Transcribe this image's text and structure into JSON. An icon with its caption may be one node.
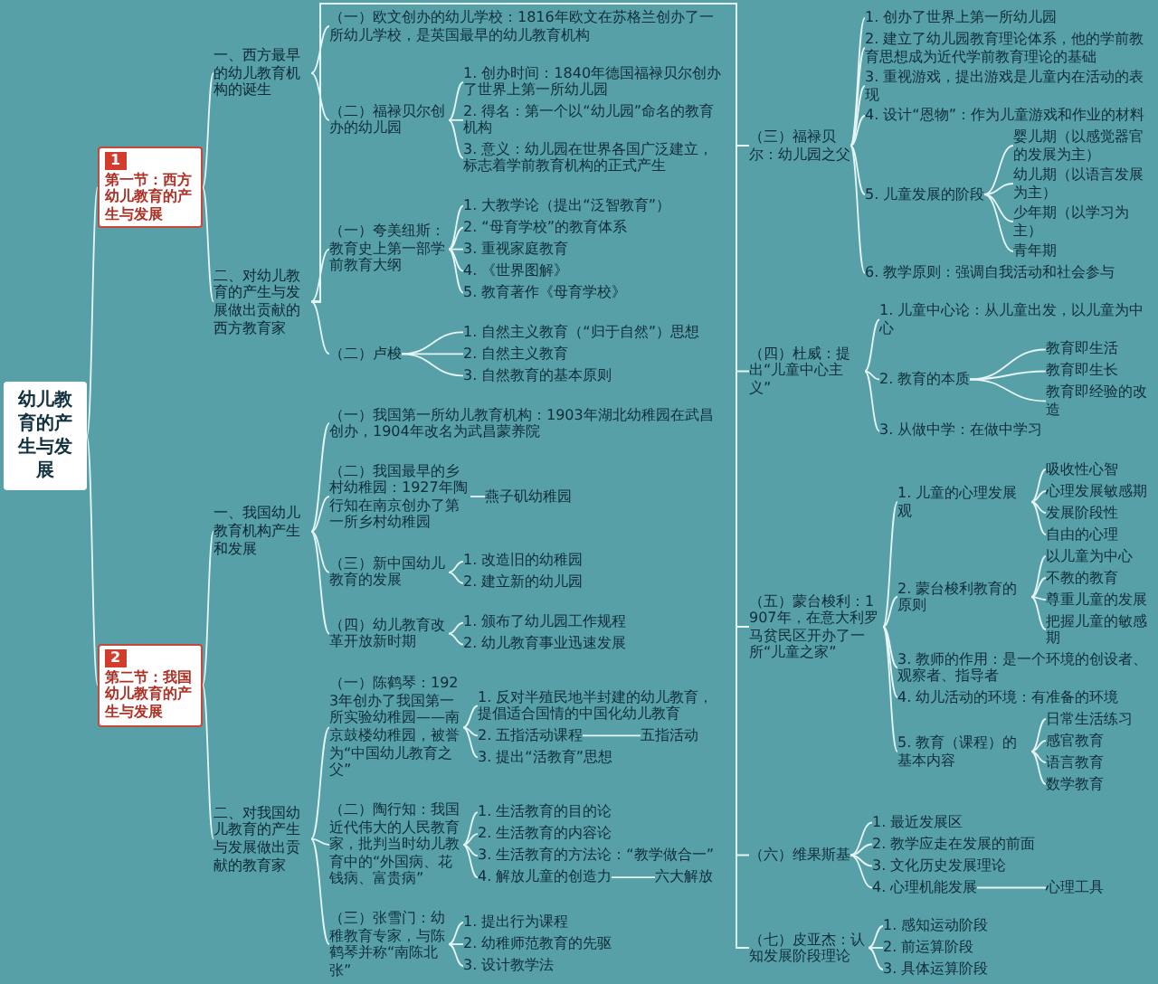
{
  "diagram": {
    "nodes": [
      {
        "text": [
          "幼儿教育的产生与发展"
        ]
      },
      {
        "text": [
          "1",
          "第一节：西方幼儿教育的产生与发展"
        ]
      },
      {
        "text": [
          "一、西方最早的幼儿教育机构的诞生"
        ]
      },
      {
        "text": [
          "（一）欧文创办的幼儿学校：1816年欧文在苏格兰创办了一所幼儿学校，是英国最早的幼儿教育机构"
        ]
      },
      {
        "text": [
          "（二）福禄贝尔创办的幼儿园"
        ]
      },
      {
        "text": [
          "1. 创办时间：1840年德国福禄贝尔创办了世界上第一所幼儿园"
        ]
      },
      {
        "text": [
          "2. 得名：第一个以“幼儿园”命名的教育机构"
        ]
      },
      {
        "text": [
          "3. 意义：幼儿园在世界各国广泛建立，标志着学前教育机构的正式产生"
        ]
      },
      {
        "text": [
          "二、对幼儿教育的产生与发展做出贡献的西方教育家"
        ]
      },
      {
        "text": [
          "（一）夸美纽斯：教育史上第一部学前教育大纲"
        ]
      },
      {
        "text": [
          "1. 大教学论（提出“泛智教育”）"
        ]
      },
      {
        "text": [
          "2. “母育学校”的教育体系"
        ]
      },
      {
        "text": [
          "3. 重视家庭教育"
        ]
      },
      {
        "text": [
          "4. 《世界图解》"
        ]
      },
      {
        "text": [
          "5. 教育著作《母育学校》"
        ]
      },
      {
        "text": [
          "（二）卢梭"
        ]
      },
      {
        "text": [
          "1. 自然主义教育（“归于自然”）思想"
        ]
      },
      {
        "text": [
          "2. 自然主义教育"
        ]
      },
      {
        "text": [
          "3. 自然教育的基本原则"
        ]
      },
      {
        "text": [
          "（三）福禄贝尔：幼儿园之父"
        ]
      },
      {
        "text": [
          "1. 创办了世界上第一所幼儿园"
        ]
      },
      {
        "text": [
          "2. 建立了幼儿园教育理论体系，他的学前教育思想成为近代学前教育理论的基础"
        ]
      },
      {
        "text": [
          "3. 重视游戏，提出游戏是儿童内在活动的表现"
        ]
      },
      {
        "text": [
          "4. 设计“恩物”：作为儿童游戏和作业的材料"
        ]
      },
      {
        "text": [
          "5. 儿童发展的阶段"
        ]
      },
      {
        "text": [
          "婴儿期（以感觉器官的发展为主）"
        ]
      },
      {
        "text": [
          "幼儿期（以语言发展为主）"
        ]
      },
      {
        "text": [
          "少年期（以学习为主）"
        ]
      },
      {
        "text": [
          "青年期"
        ]
      },
      {
        "text": [
          "6. 教学原则：强调自我活动和社会参与"
        ]
      },
      {
        "text": [
          "（四）杜威：提出“儿童中心主义”"
        ]
      },
      {
        "text": [
          "1. 儿童中心论：从儿童出发，以儿童为中心"
        ]
      },
      {
        "text": [
          "2. 教育的本质"
        ]
      },
      {
        "text": [
          "教育即生活"
        ]
      },
      {
        "text": [
          "教育即生长"
        ]
      },
      {
        "text": [
          "教育即经验的改造"
        ]
      },
      {
        "text": [
          "3. 从做中学：在做中学习"
        ]
      },
      {
        "text": [
          "（五）蒙台梭利：1907年，在意大利罗马贫民区开办了一所“儿童之家”"
        ]
      },
      {
        "text": [
          "1. 儿童的心理发展观"
        ]
      },
      {
        "text": [
          "吸收性心智"
        ]
      },
      {
        "text": [
          "心理发展敏感期"
        ]
      },
      {
        "text": [
          "发展阶段性"
        ]
      },
      {
        "text": [
          "自由的心理"
        ]
      },
      {
        "text": [
          "2. 蒙台梭利教育的原则"
        ]
      },
      {
        "text": [
          "以儿童为中心"
        ]
      },
      {
        "text": [
          "不教的教育"
        ]
      },
      {
        "text": [
          "尊重儿童的发展"
        ]
      },
      {
        "text": [
          "把握儿童的敏感期"
        ]
      },
      {
        "text": [
          "3. 教师的作用：是一个环境的创设者、观察者、指导者"
        ]
      },
      {
        "text": [
          "4. 幼儿活动的环境：有准备的环境"
        ]
      },
      {
        "text": [
          "5. 教育（课程）的基本内容"
        ]
      },
      {
        "text": [
          "日常生活练习"
        ]
      },
      {
        "text": [
          "感官教育"
        ]
      },
      {
        "text": [
          "语言教育"
        ]
      },
      {
        "text": [
          "数学教育"
        ]
      },
      {
        "text": [
          "（六）维果斯基"
        ]
      },
      {
        "text": [
          "1. 最近发展区"
        ]
      },
      {
        "text": [
          "2. 教学应走在发展的前面"
        ]
      },
      {
        "text": [
          "3. 文化历史发展理论"
        ]
      },
      {
        "text": [
          "4. 心理机能发展"
        ]
      },
      {
        "text": [
          "心理工具"
        ]
      },
      {
        "text": [
          "（七）皮亚杰：认知发展阶段理论"
        ]
      },
      {
        "text": [
          "1. 感知运动阶段"
        ]
      },
      {
        "text": [
          "2. 前运算阶段"
        ]
      },
      {
        "text": [
          "3. 具体运算阶段"
        ]
      },
      {
        "text": [
          "2",
          "第二节：我国幼儿教育的产生与发展"
        ]
      },
      {
        "text": [
          "一、我国幼儿教育机构产生和发展"
        ]
      },
      {
        "text": [
          "（一）我国第一所幼儿教育机构：1903年湖北幼稚园在武昌创办，1904年改名为武昌蒙养院"
        ]
      },
      {
        "text": [
          "（二）我国最早的乡村幼稚园：1927年陶行知在南京创办了第一所乡村幼稚园"
        ]
      },
      {
        "text": [
          "燕子矶幼稚园"
        ]
      },
      {
        "text": [
          "（三）新中国幼儿教育的发展"
        ]
      },
      {
        "text": [
          "1. 改造旧的幼稚园"
        ]
      },
      {
        "text": [
          "2. 建立新的幼儿园"
        ]
      },
      {
        "text": [
          "（四）幼儿教育改革开放新时期"
        ]
      },
      {
        "text": [
          "1. 颁布了幼儿园工作规程"
        ]
      },
      {
        "text": [
          "2. 幼儿教育事业迅速发展"
        ]
      },
      {
        "text": [
          "二、对我国幼儿教育的产生与发展做出贡献的教育家"
        ]
      },
      {
        "text": [
          "（一）陈鹤琴：1923年创办了我国第一所实验幼稚园——南京鼓楼幼稚园，被誉为“中国幼儿教育之父”"
        ]
      },
      {
        "text": [
          "1. 反对半殖民地半封建的幼儿教育，提倡适合国情的中国化幼儿教育"
        ]
      },
      {
        "text": [
          "2. 五指活动课程"
        ]
      },
      {
        "text": [
          "五指活动"
        ]
      },
      {
        "text": [
          "3. 提出“活教育”思想"
        ]
      },
      {
        "text": [
          "（二）陶行知：我国近代伟大的人民教育家，批判当时幼儿教育中的“外国病、花钱病、富贵病”"
        ]
      },
      {
        "text": [
          "1. 生活教育的目的论"
        ]
      },
      {
        "text": [
          "2. 生活教育的内容论"
        ]
      },
      {
        "text": [
          "3. 生活教育的方法论：“教学做合一”"
        ]
      },
      {
        "text": [
          "4. 解放儿童的创造力"
        ]
      },
      {
        "text": [
          "六大解放"
        ]
      },
      {
        "text": [
          "（三）张雪门：幼稚教育专家，与陈鹤琴并称“南陈北张”"
        ]
      },
      {
        "text": [
          "1. 提出行为课程"
        ]
      },
      {
        "text": [
          "2. 幼稚师范教育的先驱"
        ]
      },
      {
        "text": [
          "3. 设计教学法"
        ]
      }
    ],
    "edges": [
      {
        "from": 0,
        "to": 1,
        "arrow": "none"
      },
      {
        "from": 1,
        "to": 2,
        "arrow": "none"
      },
      {
        "from": 2,
        "to": 3,
        "arrow": "none"
      },
      {
        "from": 2,
        "to": 4,
        "arrow": "none"
      },
      {
        "from": 4,
        "to": 5,
        "arrow": "none"
      },
      {
        "from": 4,
        "to": 6,
        "arrow": "none"
      },
      {
        "from": 4,
        "to": 7,
        "arrow": "none"
      },
      {
        "from": 1,
        "to": 8,
        "arrow": "none"
      },
      {
        "from": 8,
        "to": 9,
        "arrow": "none"
      },
      {
        "from": 9,
        "to": 10,
        "arrow": "none"
      },
      {
        "from": 9,
        "to": 11,
        "arrow": "none"
      },
      {
        "from": 9,
        "to": 12,
        "arrow": "none"
      },
      {
        "from": 9,
        "to": 13,
        "arrow": "none"
      },
      {
        "from": 9,
        "to": 14,
        "arrow": "none"
      },
      {
        "from": 8,
        "to": 15,
        "arrow": "none"
      },
      {
        "from": 15,
        "to": 16,
        "arrow": "none"
      },
      {
        "from": 15,
        "to": 17,
        "arrow": "none"
      },
      {
        "from": 15,
        "to": 18,
        "arrow": "none"
      },
      {
        "from": 8,
        "to": 19,
        "arrow": "none"
      },
      {
        "from": 19,
        "to": 20,
        "arrow": "none"
      },
      {
        "from": 19,
        "to": 21,
        "arrow": "none"
      },
      {
        "from": 19,
        "to": 22,
        "arrow": "none"
      },
      {
        "from": 19,
        "to": 23,
        "arrow": "none"
      },
      {
        "from": 19,
        "to": 24,
        "arrow": "none"
      },
      {
        "from": 24,
        "to": 25,
        "arrow": "none"
      },
      {
        "from": 24,
        "to": 26,
        "arrow": "none"
      },
      {
        "from": 24,
        "to": 27,
        "arrow": "none"
      },
      {
        "from": 24,
        "to": 28,
        "arrow": "none"
      },
      {
        "from": 19,
        "to": 29,
        "arrow": "none"
      },
      {
        "from": 8,
        "to": 30,
        "arrow": "none"
      },
      {
        "from": 30,
        "to": 31,
        "arrow": "none"
      },
      {
        "from": 30,
        "to": 32,
        "arrow": "none"
      },
      {
        "from": 32,
        "to": 33,
        "arrow": "none"
      },
      {
        "from": 32,
        "to": 34,
        "arrow": "none"
      },
      {
        "from": 32,
        "to": 35,
        "arrow": "none"
      },
      {
        "from": 30,
        "to": 36,
        "arrow": "none"
      },
      {
        "from": 8,
        "to": 37,
        "arrow": "none"
      },
      {
        "from": 37,
        "to": 38,
        "arrow": "none"
      },
      {
        "from": 38,
        "to": 39,
        "arrow": "none"
      },
      {
        "from": 38,
        "to": 40,
        "arrow": "none"
      },
      {
        "from": 38,
        "to": 41,
        "arrow": "none"
      },
      {
        "from": 38,
        "to": 42,
        "arrow": "none"
      },
      {
        "from": 37,
        "to": 43,
        "arrow": "none"
      },
      {
        "from": 43,
        "to": 44,
        "arrow": "none"
      },
      {
        "from": 43,
        "to": 45,
        "arrow": "none"
      },
      {
        "from": 43,
        "to": 46,
        "arrow": "none"
      },
      {
        "from": 43,
        "to": 47,
        "arrow": "none"
      },
      {
        "from": 37,
        "to": 48,
        "arrow": "none"
      },
      {
        "from": 37,
        "to": 49,
        "arrow": "none"
      },
      {
        "from": 37,
        "to": 50,
        "arrow": "none"
      },
      {
        "from": 50,
        "to": 51,
        "arrow": "none"
      },
      {
        "from": 50,
        "to": 52,
        "arrow": "none"
      },
      {
        "from": 50,
        "to": 53,
        "arrow": "none"
      },
      {
        "from": 50,
        "to": 54,
        "arrow": "none"
      },
      {
        "from": 8,
        "to": 55,
        "arrow": "none"
      },
      {
        "from": 55,
        "to": 56,
        "arrow": "none"
      },
      {
        "from": 55,
        "to": 57,
        "arrow": "none"
      },
      {
        "from": 55,
        "to": 58,
        "arrow": "none"
      },
      {
        "from": 55,
        "to": 59,
        "arrow": "none"
      },
      {
        "from": 59,
        "to": 60,
        "arrow": "none"
      },
      {
        "from": 8,
        "to": 61,
        "arrow": "none"
      },
      {
        "from": 61,
        "to": 62,
        "arrow": "none"
      },
      {
        "from": 61,
        "to": 63,
        "arrow": "none"
      },
      {
        "from": 61,
        "to": 64,
        "arrow": "none"
      },
      {
        "from": 0,
        "to": 65,
        "arrow": "none"
      },
      {
        "from": 65,
        "to": 66,
        "arrow": "none"
      },
      {
        "from": 66,
        "to": 67,
        "arrow": "none"
      },
      {
        "from": 66,
        "to": 68,
        "arrow": "none"
      },
      {
        "from": 68,
        "to": 69,
        "arrow": "none"
      },
      {
        "from": 66,
        "to": 70,
        "arrow": "none"
      },
      {
        "from": 70,
        "to": 71,
        "arrow": "none"
      },
      {
        "from": 70,
        "to": 72,
        "arrow": "none"
      },
      {
        "from": 66,
        "to": 73,
        "arrow": "none"
      },
      {
        "from": 73,
        "to": 74,
        "arrow": "none"
      },
      {
        "from": 73,
        "to": 75,
        "arrow": "none"
      },
      {
        "from": 65,
        "to": 76,
        "arrow": "none"
      },
      {
        "from": 76,
        "to": 77,
        "arrow": "none"
      },
      {
        "from": 77,
        "to": 78,
        "arrow": "none"
      },
      {
        "from": 77,
        "to": 79,
        "arrow": "none"
      },
      {
        "from": 79,
        "to": 80,
        "arrow": "none"
      },
      {
        "from": 77,
        "to": 81,
        "arrow": "none"
      },
      {
        "from": 76,
        "to": 82,
        "arrow": "none"
      },
      {
        "from": 82,
        "to": 83,
        "arrow": "none"
      },
      {
        "from": 82,
        "to": 84,
        "arrow": "none"
      },
      {
        "from": 82,
        "to": 85,
        "arrow": "none"
      },
      {
        "from": 82,
        "to": 86,
        "arrow": "none"
      },
      {
        "from": 86,
        "to": 87,
        "arrow": "none"
      },
      {
        "from": 76,
        "to": 88,
        "arrow": "none"
      },
      {
        "from": 88,
        "to": 89,
        "arrow": "none"
      },
      {
        "from": 88,
        "to": 90,
        "arrow": "none"
      },
      {
        "from": 88,
        "to": 91,
        "arrow": "none"
      }
    ]
  }
}
